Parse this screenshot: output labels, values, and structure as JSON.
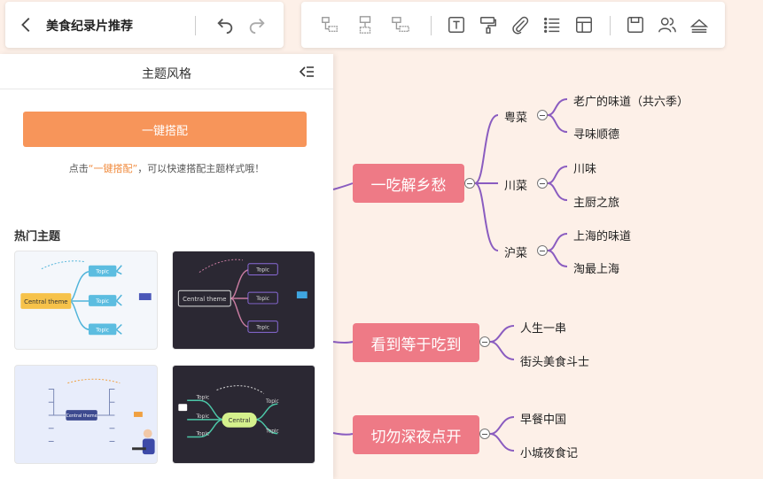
{
  "doc": {
    "title": "美食纪录片推荐"
  },
  "toolbar": {
    "back": "back-icon",
    "undo": "undo-icon",
    "redo": "redo-icon",
    "tools": [
      "insert-child-icon",
      "insert-sibling-icon",
      "insert-parent-icon",
      "text-icon",
      "format-painter-icon",
      "attachment-icon",
      "list-icon",
      "layout-icon",
      "save-icon",
      "share-icon",
      "collapse-toolbar-icon"
    ]
  },
  "panel": {
    "title": "主题风格",
    "match_button": "一键搭配",
    "hint_prefix": "点击",
    "hint_highlight": "“一键搭配”",
    "hint_suffix": "，可以快速搭配主题样式哦！",
    "section_title": "热门主题",
    "themes": [
      {
        "central": "Central theme",
        "topic": "Topic",
        "bg": "#f4f7fb"
      },
      {
        "central": "Central theme",
        "topic": "Topic",
        "bg": "#2b2833"
      },
      {
        "central": "Central theme",
        "topic": "Topic",
        "bg": "#e8edfb"
      },
      {
        "central": "Central",
        "topic": "Topic",
        "bg": "#2b2833"
      }
    ]
  },
  "mindmap": {
    "main_color": "#ee7a86",
    "line_color": "#8a5cc0",
    "branches": [
      {
        "label": "一吃解乡愁",
        "children": [
          {
            "label": "粤菜",
            "children": [
              "老广的味道（共六季）",
              "寻味顺德"
            ]
          },
          {
            "label": "川菜",
            "children": [
              "川味",
              "主厨之旅"
            ]
          },
          {
            "label": "沪菜",
            "children": [
              "上海的味道",
              "淘最上海"
            ]
          }
        ]
      },
      {
        "label": "看到等于吃到",
        "children": [
          "人生一串",
          "街头美食斗士"
        ]
      },
      {
        "label": "切勿深夜点开",
        "children": [
          "早餐中国",
          "小城夜食记"
        ]
      }
    ]
  }
}
